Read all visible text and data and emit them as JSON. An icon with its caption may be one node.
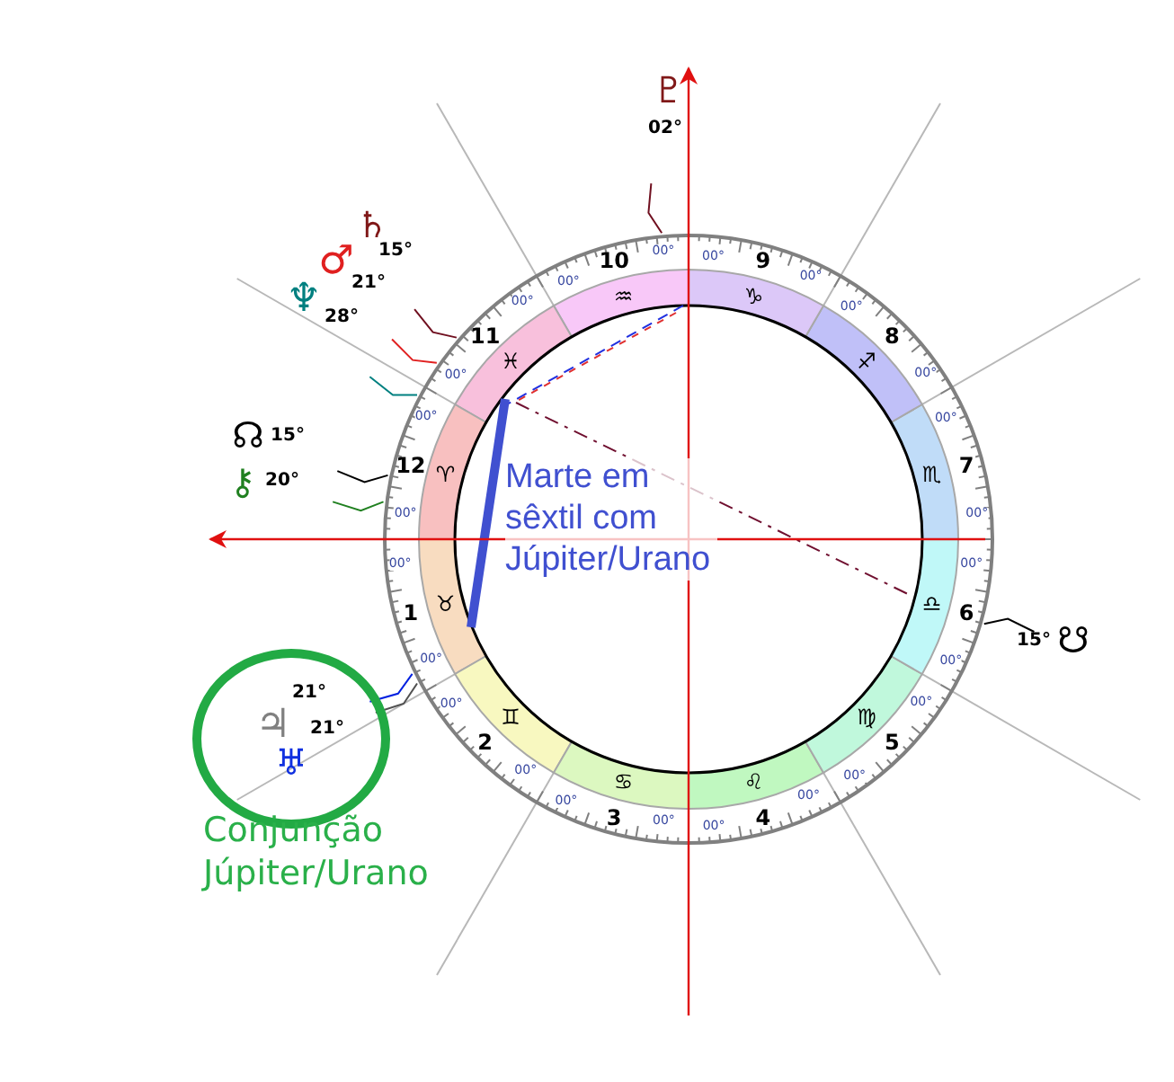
{
  "diagram": {
    "nodes": [
      {
        "text": [
          "♃",
          "21°",
          "♅",
          "21°"
        ],
        "beside": [
          "Conjunção Júpiter/Urano"
        ]
      }
    ],
    "labels": [
      "♇",
      "02°",
      "♄",
      "15°",
      "♂",
      "21°",
      "♆",
      "28°",
      "☊",
      "15°",
      "⚷",
      "20°",
      "Marte em sêxtil com Júpiter/Urano",
      "☋",
      "15°",
      "1",
      "2",
      "3",
      "4",
      "5",
      "6",
      "7",
      "8",
      "9",
      "10",
      "11",
      "12",
      "♈",
      "♉",
      "♊",
      "♋",
      "♌",
      "♍",
      "♎",
      "♏",
      "♐",
      "♑",
      "♒",
      "♓",
      "00°",
      "00°",
      "00°",
      "00°",
      "00°",
      "00°",
      "00°",
      "00°",
      "00°",
      "00°",
      "00°",
      "00°",
      "00°",
      "00°",
      "00°",
      "00°",
      "00°",
      "00°",
      "00°",
      "00°",
      "00°",
      "00°",
      "00°",
      "00°"
    ]
  }
}
